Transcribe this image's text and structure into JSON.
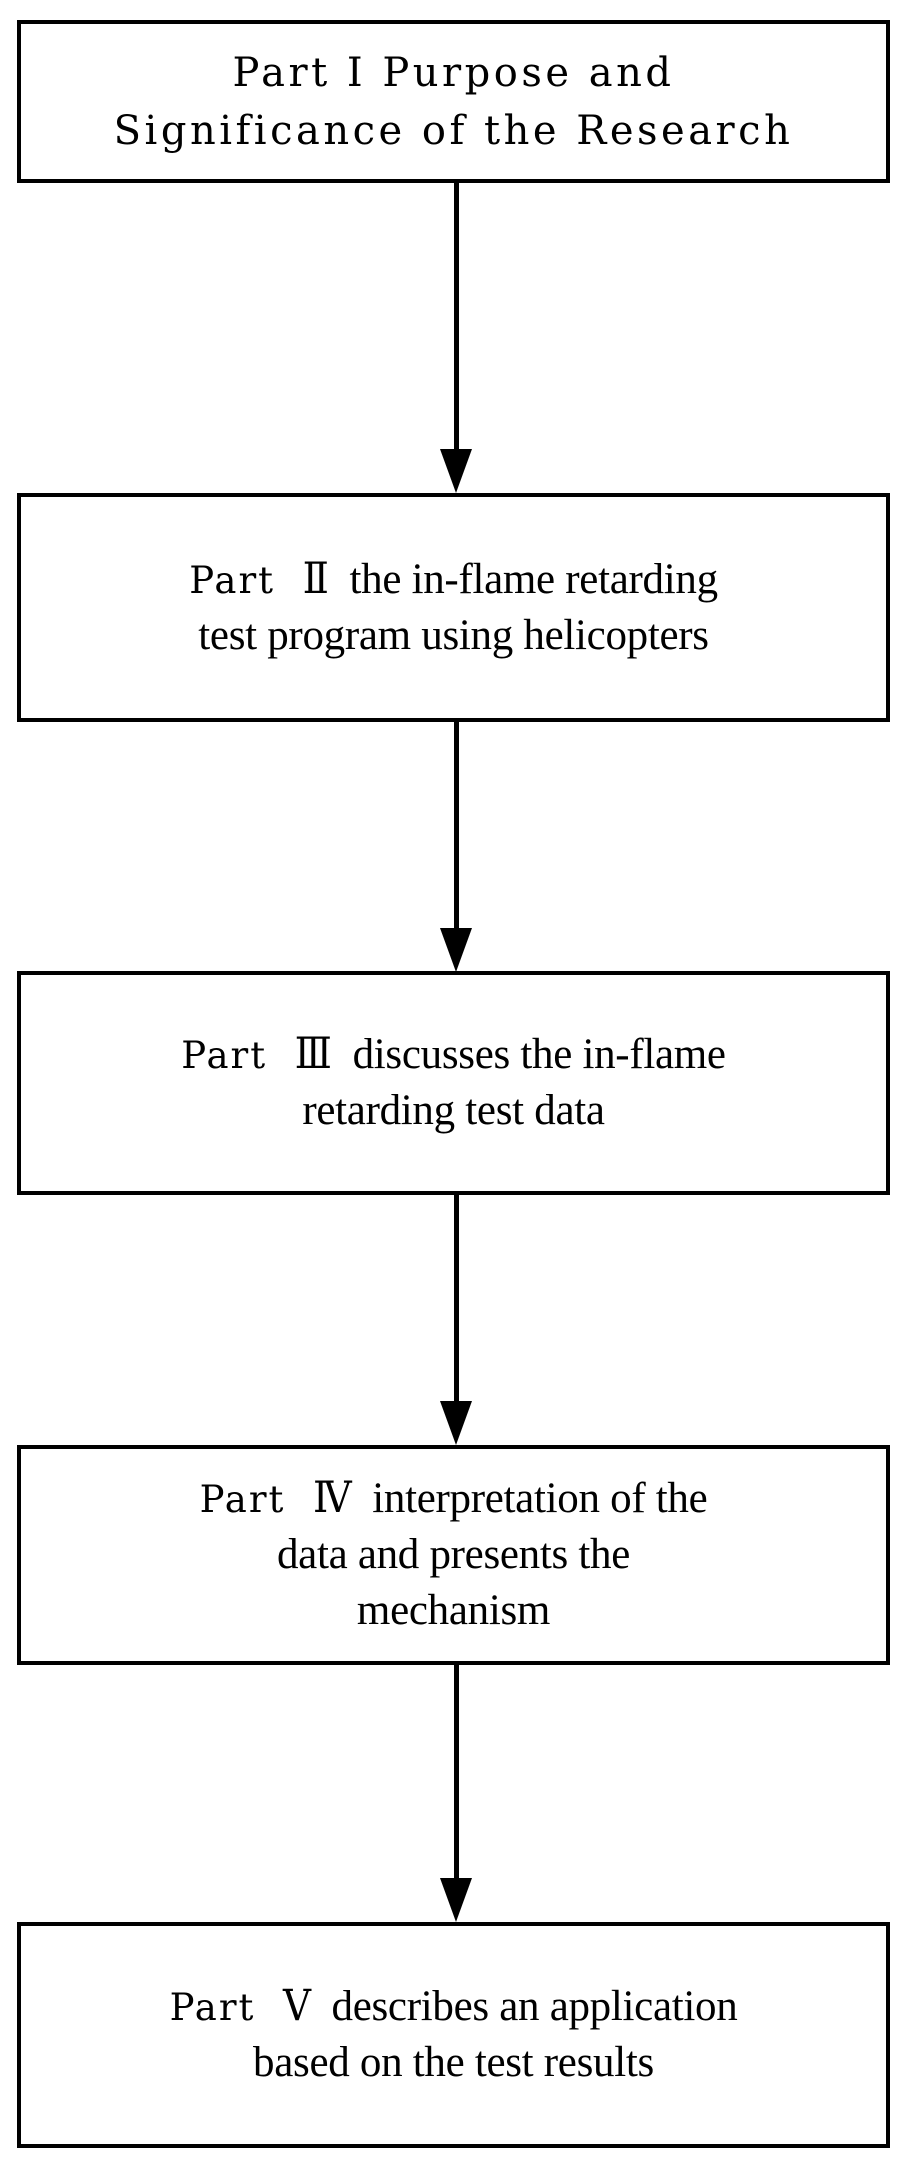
{
  "diagram": {
    "title": "Research structure flowchart",
    "orientation": "top-to-bottom",
    "background_color": "#ffffff",
    "line_color": "#000000",
    "nodes": [
      {
        "id": "part-1",
        "label": "Part",
        "numeral": "Ⅰ",
        "line1": "Part Ⅰ Purpose and",
        "line2": "Significance of the Research",
        "full_text": "Part Ⅰ Purpose and Significance of the Research"
      },
      {
        "id": "part-2",
        "label": "Part",
        "numeral": "Ⅱ",
        "line1_body": "the in-flame retarding",
        "line2": "test program using helicopters",
        "full_text": "Part Ⅱ the in-flame retarding test program using helicopters"
      },
      {
        "id": "part-3",
        "label": "Part",
        "numeral": "Ⅲ",
        "line1_body": "discusses the in-flame",
        "line2": "retarding test data",
        "full_text": "Part Ⅲ discusses the in-flame retarding test data"
      },
      {
        "id": "part-4",
        "label": "Part",
        "numeral": "Ⅳ",
        "line1_body": "interpretation of the",
        "line2": "data and presents the",
        "line3": "mechanism",
        "full_text": "Part Ⅳ interpretation of the data and presents the mechanism"
      },
      {
        "id": "part-5",
        "label": "Part",
        "numeral": "Ⅴ",
        "line1_body": "describes an application",
        "line2": "based on the test results",
        "full_text": "Part Ⅴ describes an application based on the test results"
      }
    ],
    "connectors": [
      {
        "id": "arrow-1-to-2",
        "from": "part-1",
        "to": "part-2",
        "style": "solid-filled-arrowhead"
      },
      {
        "id": "arrow-2-to-3",
        "from": "part-2",
        "to": "part-3",
        "style": "solid-filled-arrowhead"
      },
      {
        "id": "arrow-3-to-4",
        "from": "part-3",
        "to": "part-4",
        "style": "solid-filled-arrowhead"
      },
      {
        "id": "arrow-4-to-5",
        "from": "part-4",
        "to": "part-5",
        "style": "solid-filled-arrowhead"
      }
    ]
  }
}
